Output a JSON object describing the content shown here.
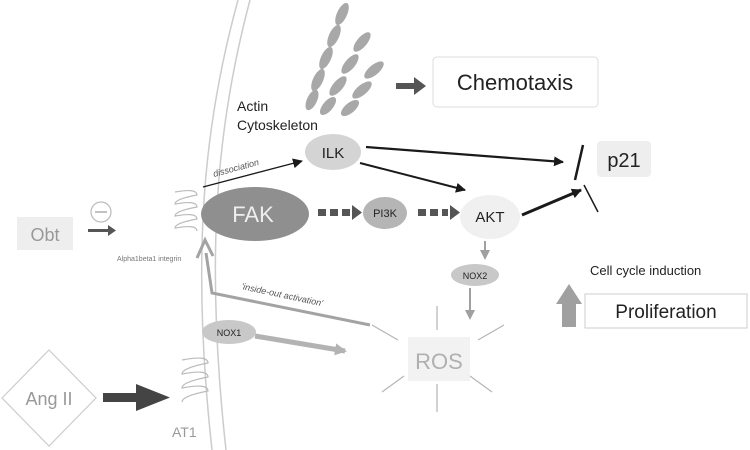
{
  "nodes": {
    "chemotaxis": "Chemotaxis",
    "actin_line1": "Actin",
    "actin_line2": "Cytoskeleton",
    "ilk": "ILK",
    "p21": "p21",
    "fak": "FAK",
    "pi3k": "PI3K",
    "akt": "AKT",
    "nox2": "NOX2",
    "nox1": "NOX1",
    "ros": "ROS",
    "obt": "Obt",
    "integrin": "Alpha1beta1 integrin",
    "ang_ii": "Ang II",
    "at1": "AT1",
    "cell_cycle": "Cell cycle induction",
    "proliferation": "Proliferation"
  },
  "edge_labels": {
    "dissociation": "dissociation",
    "inside_out": "'inside-out activation'"
  },
  "colors": {
    "dark_gray": "#555555",
    "medium_gray": "#999999",
    "light_gray": "#bbbbbb",
    "box_fill": "#eeeeee",
    "arrow_black": "#1a1a1a"
  }
}
